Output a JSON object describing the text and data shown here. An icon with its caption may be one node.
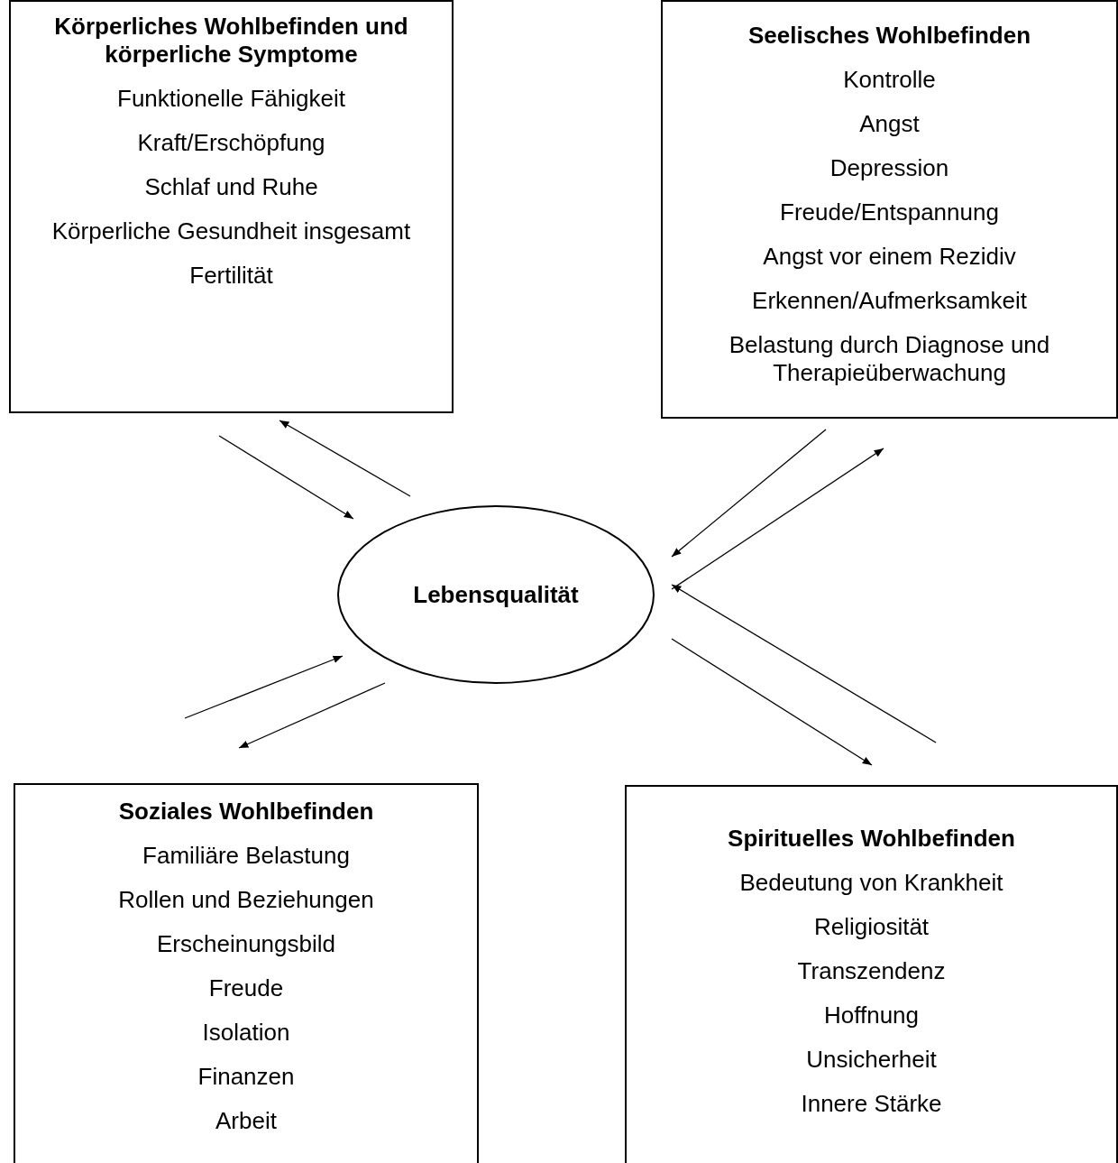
{
  "diagram": {
    "nodes": [
      {
        "text": [
          "Körperliches Wohlbefinden und körperliche Symptome",
          "Funktionelle Fähigkeit",
          "Kraft/Erschöpfung",
          "Schlaf und Ruhe",
          "Körperliche Gesundheit insgesamt",
          "Fertilität"
        ]
      },
      {
        "text": [
          "Seelisches Wohlbefinden",
          "Kontrolle",
          "Angst",
          "Depression",
          "Freude/Entspannung",
          "Angst vor einem Rezidiv",
          "Erkennen/Aufmerksamkeit",
          "Belastung durch Diagnose und Therapieüberwachung"
        ]
      },
      {
        "text": [
          "Lebensqualität"
        ]
      },
      {
        "text": [
          "Soziales Wohlbefinden",
          "Familiäre Belastung",
          "Rollen und Beziehungen",
          "Erscheinungsbild",
          "Freude",
          "Isolation",
          "Finanzen",
          "Arbeit"
        ]
      },
      {
        "text": [
          "Spirituelles Wohlbefinden",
          "Bedeutung von Krankheit",
          "Religiosität",
          "Transzendenz",
          "Hoffnung",
          "Unsicherheit",
          "Innere Stärke"
        ]
      }
    ],
    "edges": [
      {
        "from": 0,
        "to": 2,
        "arrow": "to"
      },
      {
        "from": 2,
        "to": 0,
        "arrow": "to"
      },
      {
        "from": 1,
        "to": 2,
        "arrow": "to"
      },
      {
        "from": 2,
        "to": 1,
        "arrow": "to"
      },
      {
        "from": 3,
        "to": 2,
        "arrow": "to"
      },
      {
        "from": 2,
        "to": 3,
        "arrow": "to"
      },
      {
        "from": 4,
        "to": 2,
        "arrow": "to"
      },
      {
        "from": 2,
        "to": 4,
        "arrow": "to"
      }
    ]
  }
}
